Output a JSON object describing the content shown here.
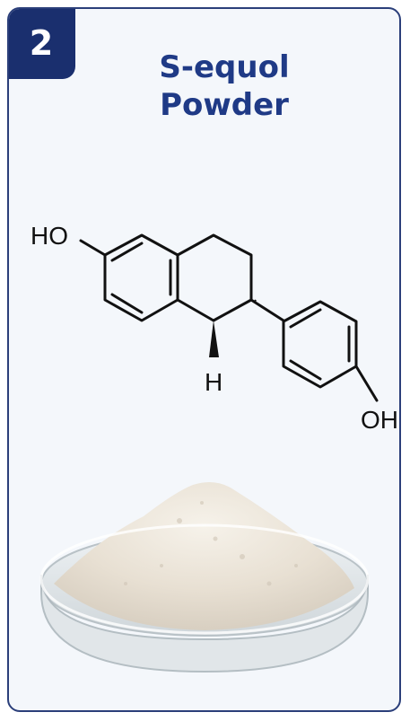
{
  "card": {
    "badge_number": "2",
    "title_line1": "S-equol",
    "title_line2": "Powder"
  },
  "structure": {
    "label_ho": "HO",
    "label_h": "H",
    "label_oh": "OH"
  },
  "colors": {
    "badge_bg": "#1a2f6e",
    "title": "#1f3a86",
    "border": "#2b3f7a",
    "card_bg": "#f4f7fb",
    "powder": "#e9e2d6"
  },
  "icons": {
    "molecule": "chemical-structure-illustration",
    "dish": "petri-dish-powder-illustration"
  }
}
